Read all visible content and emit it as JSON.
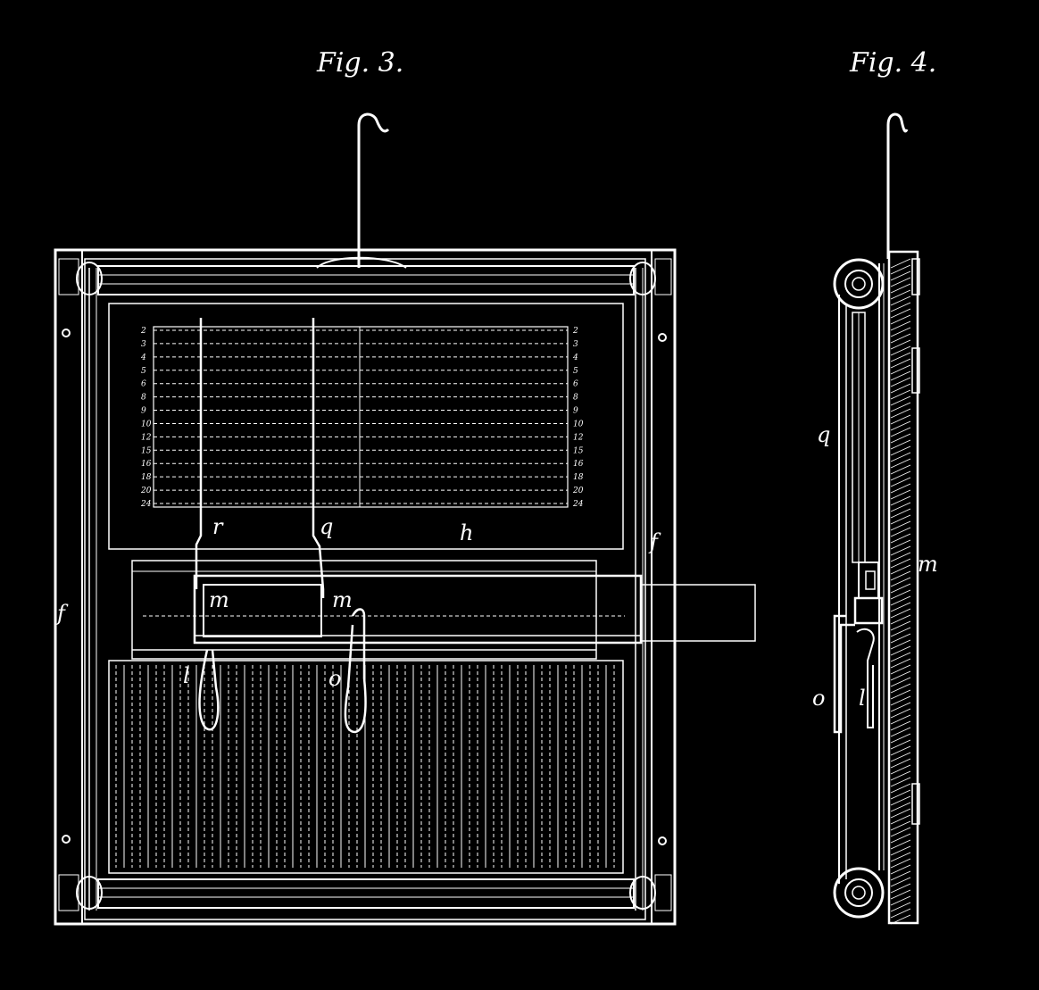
{
  "figures": [
    {
      "id": "fig3",
      "title": "Fig. 3."
    },
    {
      "id": "fig4",
      "title": "Fig. 4."
    }
  ],
  "fig3_labels": {
    "f_left": "f",
    "f_right": "f",
    "r": "r",
    "q": "q",
    "h": "h",
    "m_left": "m",
    "m_right": "m",
    "l": "l",
    "o": "o"
  },
  "fig4_labels": {
    "q": "q",
    "m": "m",
    "o": "o",
    "l": "l"
  },
  "scale_rows": [
    "2",
    "3",
    "4",
    "5",
    "6",
    "8",
    "9",
    "10",
    "12",
    "15",
    "16",
    "18",
    "20",
    "24"
  ],
  "colors": {
    "background": "#000000",
    "ink": "#ffffff"
  }
}
